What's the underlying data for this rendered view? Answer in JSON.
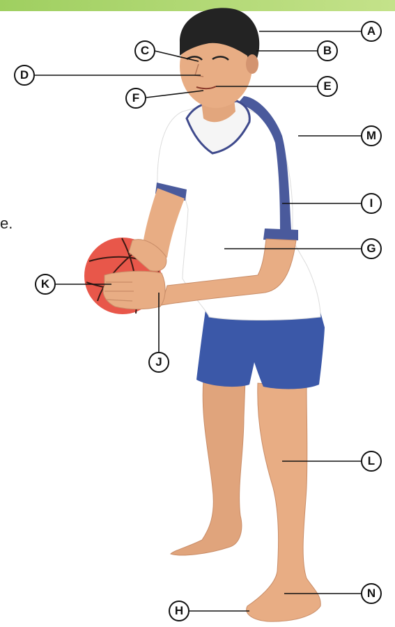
{
  "colors": {
    "top_band": "#9fcf60",
    "skin": "#e8ad84",
    "skin_shadow": "#d39470",
    "hair": "#222222",
    "shirt": "#ffffff",
    "shirt_trim": "#4a5a9c",
    "shorts": "#3b58a8",
    "ball": "#e8574a",
    "ball_lines": "#3a1a14",
    "leader_line": "#111111"
  },
  "fragment_text": "e.",
  "labels": [
    {
      "id": "A",
      "text": "A",
      "part": "hair"
    },
    {
      "id": "B",
      "text": "B",
      "part": "ear"
    },
    {
      "id": "C",
      "text": "C",
      "part": "eye"
    },
    {
      "id": "D",
      "text": "D",
      "part": "nose"
    },
    {
      "id": "E",
      "text": "E",
      "part": "chin"
    },
    {
      "id": "F",
      "text": "F",
      "part": "mouth"
    },
    {
      "id": "G",
      "text": "G",
      "part": "arm"
    },
    {
      "id": "H",
      "text": "H",
      "part": "toe"
    },
    {
      "id": "I",
      "text": "I",
      "part": "elbow"
    },
    {
      "id": "J",
      "text": "J",
      "part": "hand"
    },
    {
      "id": "K",
      "text": "K",
      "part": "finger"
    },
    {
      "id": "L",
      "text": "L",
      "part": "leg"
    },
    {
      "id": "M",
      "text": "M",
      "part": "shoulder"
    },
    {
      "id": "N",
      "text": "N",
      "part": "foot"
    }
  ]
}
